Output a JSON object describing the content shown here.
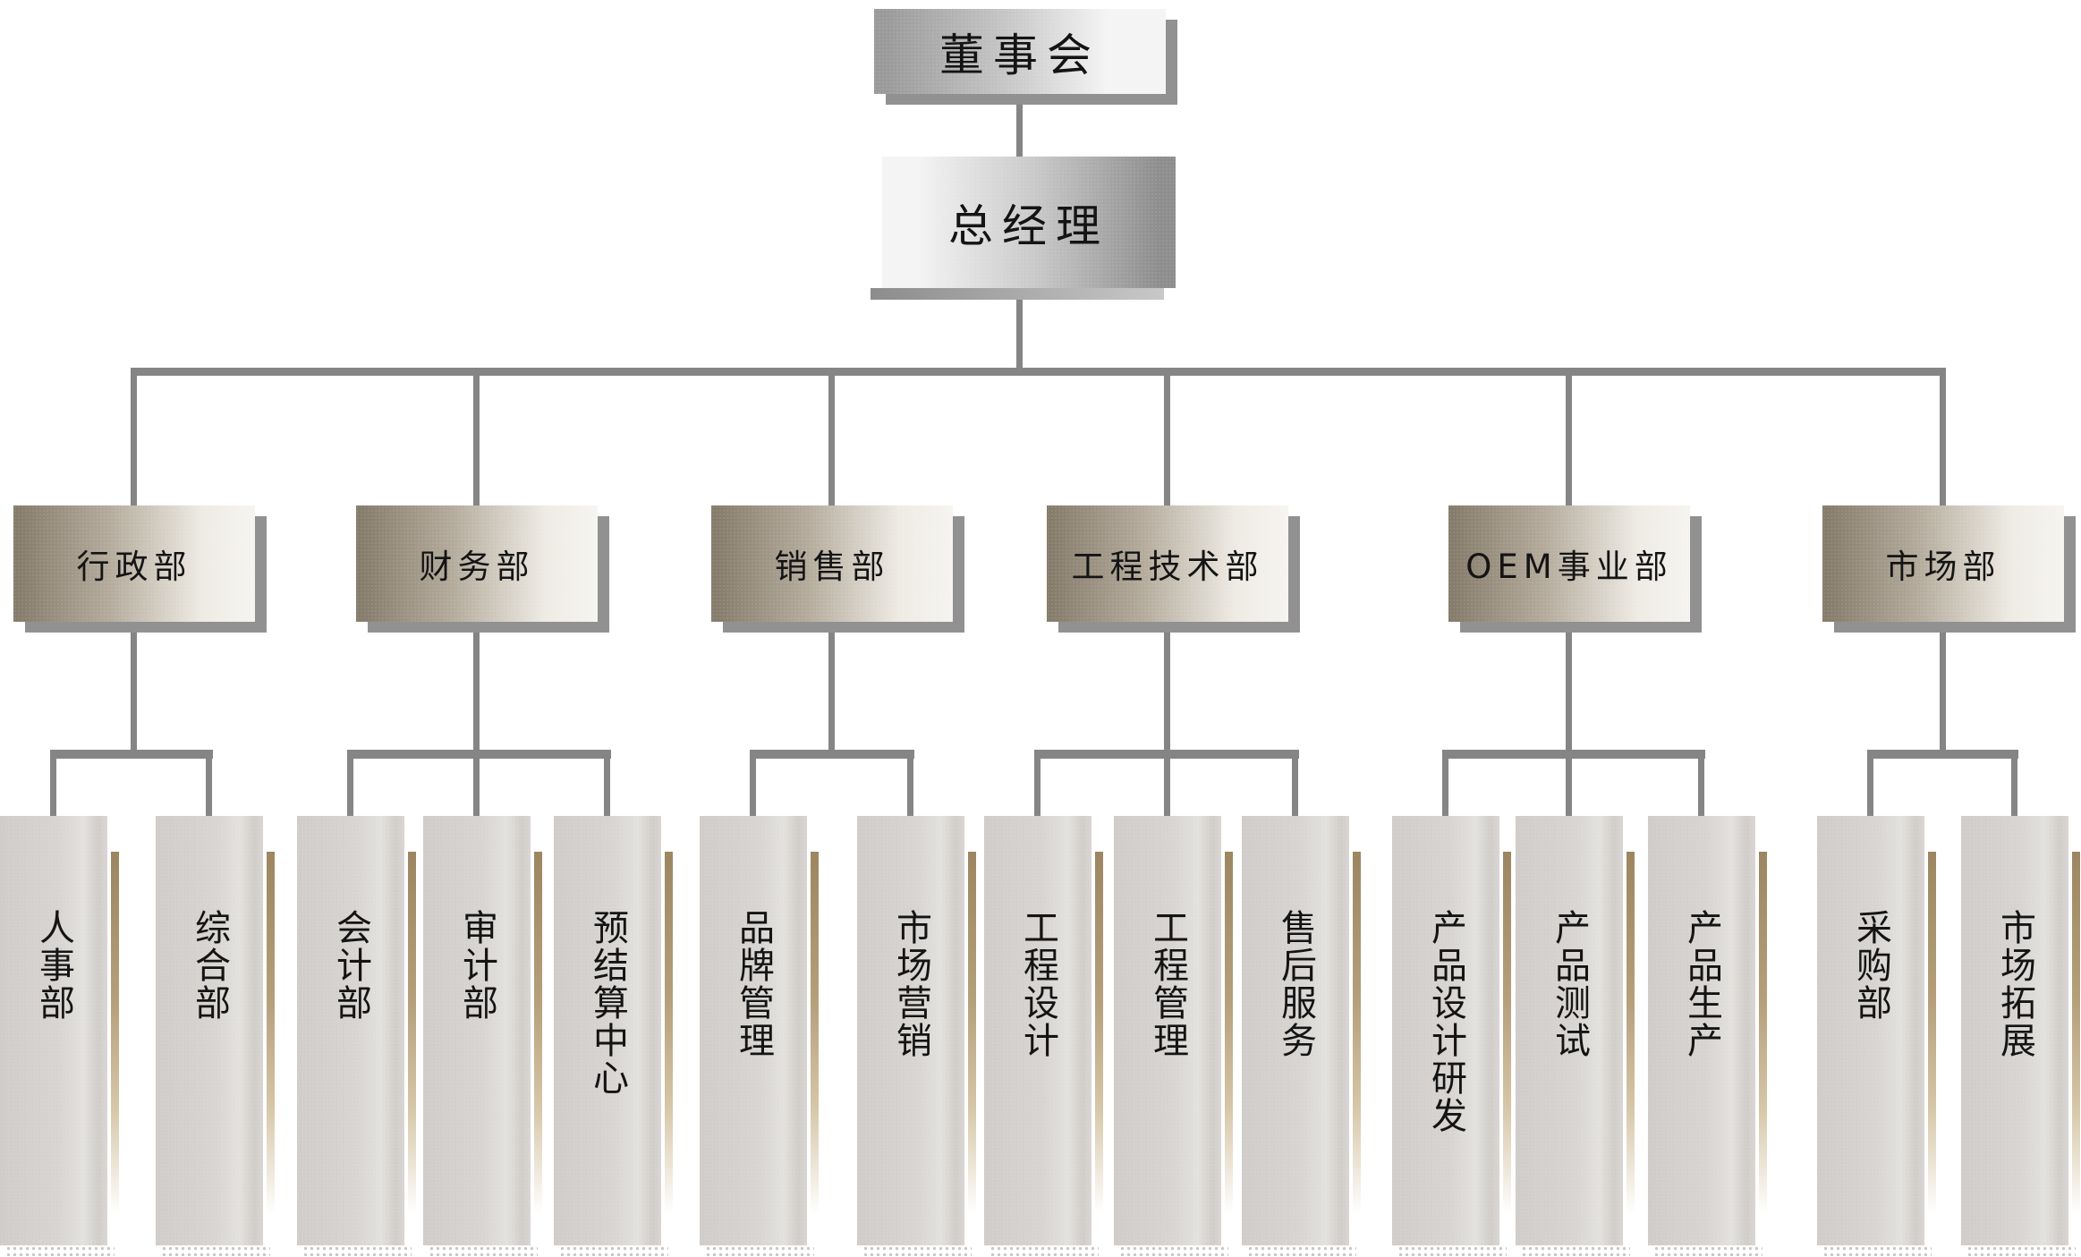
{
  "org": {
    "root": {
      "label": "董事会"
    },
    "general_manager": {
      "label": "总经理"
    },
    "departments": [
      {
        "label": "行政部",
        "children": [
          "人事部",
          "综合部"
        ]
      },
      {
        "label": "财务部",
        "children": [
          "会计部",
          "审计部",
          "预结算中心"
        ]
      },
      {
        "label": "销售部",
        "children": [
          "品牌管理",
          "市场营销"
        ]
      },
      {
        "label": "工程技术部",
        "children": [
          "工程设计",
          "工程管理",
          "售后服务"
        ]
      },
      {
        "label": "OEM事业部",
        "children": [
          "产品设计研发",
          "产品测试",
          "产品生产"
        ]
      },
      {
        "label": "市场部",
        "children": [
          "采购部",
          "市场拓展"
        ]
      }
    ]
  },
  "colors": {
    "connector": "#858585",
    "box-shadow": "#919191",
    "root-dark": "#9a9a9a",
    "root-light": "#f4f4f4",
    "gm-dark": "#8e8e8e",
    "dept-dark": "#867c6c",
    "dept-light": "#f6f4f0",
    "leaf-shadow-tan": "#9c8661",
    "text": "#141414"
  }
}
